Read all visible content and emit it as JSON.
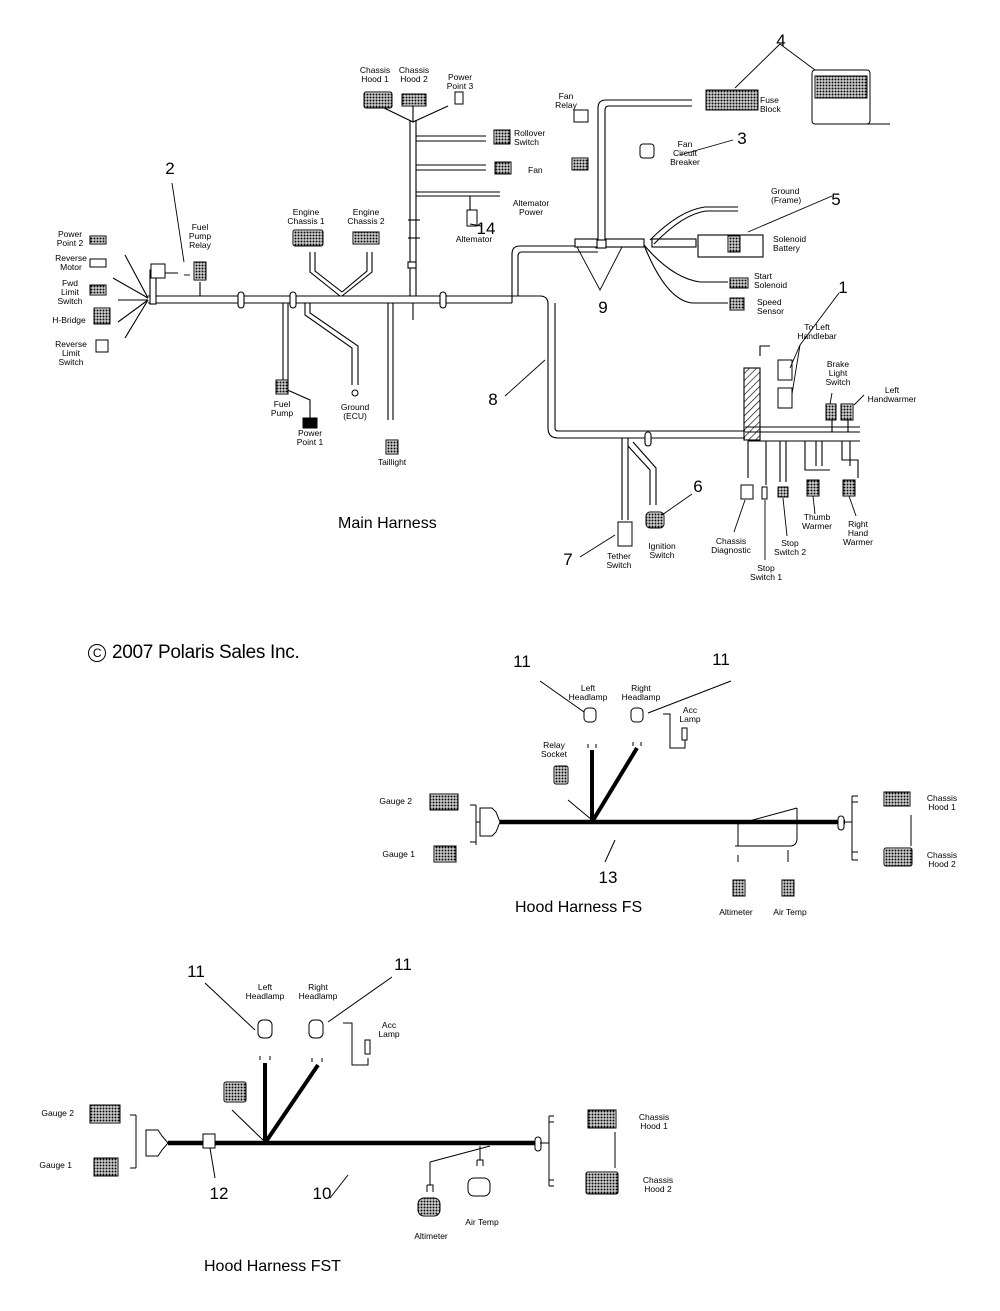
{
  "colors": {
    "ink": "#000000",
    "paper": "#ffffff",
    "harness_fill": "#ffffff"
  },
  "copyright": {
    "symbol": "C",
    "text": "2007 Polaris Sales Inc."
  },
  "sections": {
    "main": {
      "title": "Main Harness",
      "connectors": {
        "chassis_hood_1": "Chassis\nHood 1",
        "chassis_hood_2": "Chassis\nHood 2",
        "power_point_3": "Power\nPoint 3",
        "rollover_switch": "Rollover\nSwitch",
        "fan": "Fan",
        "alternator_power": "Altemator\nPower",
        "alternator": "Altemator",
        "fan_relay": "Fan\nRelay",
        "fuse_block": "Fuse\nBlock",
        "fan_circuit_breaker": "Fan\nCircuit\nBreaker",
        "ground_frame": "Ground\n(Frame)",
        "solenoid_battery": "Solenoid\nBattery",
        "start_solenoid": "Start\nSolenoid",
        "speed_sensor": "Speed\nSensor",
        "to_left_handlebar": "To Left\nHandlebar",
        "brake_light_switch": "Brake\nLight\nSwitch",
        "left_handwarmer": "Left\nHandwarmer",
        "chassis_diagnostic": "Chassis\nDiagnostic",
        "stop_switch_1": "Stop\nSwitch 1",
        "stop_switch_2": "Stop\nSwitch 2",
        "thumb_warmer": "Thumb\nWarmer",
        "right_hand_warmer": "Right\nHand\nWarmer",
        "tether_switch": "Tether\nSwitch",
        "ignition_switch": "Ignition\nSwitch",
        "engine_chassis_1": "Engine\nChassis 1",
        "engine_chassis_2": "Engine\nChassis 2",
        "fuel_pump_relay": "Fuel\nPump\nRelay",
        "power_point_2": "Power\nPoint 2",
        "reverse_motor": "Reverse\nMotor",
        "fwd_limit_switch": "Fwd\nLimit\nSwitch",
        "h_bridge": "H-Bridge",
        "reverse_limit_switch": "Reverse\nLimit\nSwitch",
        "fuel_pump": "Fuel\nPump",
        "power_point_1": "Power\nPoint 1",
        "ground_ecu": "Ground\n(ECU)",
        "taillight": "Taillight"
      },
      "callouts": {
        "c1": "1",
        "c2": "2",
        "c3": "3",
        "c4": "4",
        "c5": "5",
        "c6": "6",
        "c7": "7",
        "c8": "8",
        "c9": "9",
        "c14": "14"
      }
    },
    "hood_fs": {
      "title": "Hood Harness  FS",
      "connectors": {
        "left_headlamp": "Left\nHeadlamp",
        "right_headlamp": "Right\nHeadlamp",
        "acc_lamp": "Acc\nLamp",
        "relay_socket": "Relay\nSocket",
        "gauge_2": "Gauge 2",
        "gauge_1": "Gauge 1",
        "chassis_hood_1": "Chassis\nHood 1",
        "chassis_hood_2": "Chassis\nHood 2",
        "altimeter": "Altimeter",
        "air_temp": "Air Temp"
      },
      "callouts": {
        "c11a": "11",
        "c11b": "11",
        "c13": "13"
      }
    },
    "hood_fst": {
      "title": "Hood Harness  FST",
      "connectors": {
        "left_headlamp": "Left\nHeadlamp",
        "right_headlamp": "Right\nHeadlamp",
        "acc_lamp": "Acc\nLamp",
        "gauge_2": "Gauge 2",
        "gauge_1": "Gauge 1",
        "chassis_hood_1": "Chassis\nHood 1",
        "chassis_hood_2": "Chassis\nHood 2",
        "altimeter": "Altimeter",
        "air_temp": "Air Temp"
      },
      "callouts": {
        "c11a": "11",
        "c11b": "11",
        "c12": "12",
        "c10": "10"
      }
    }
  }
}
